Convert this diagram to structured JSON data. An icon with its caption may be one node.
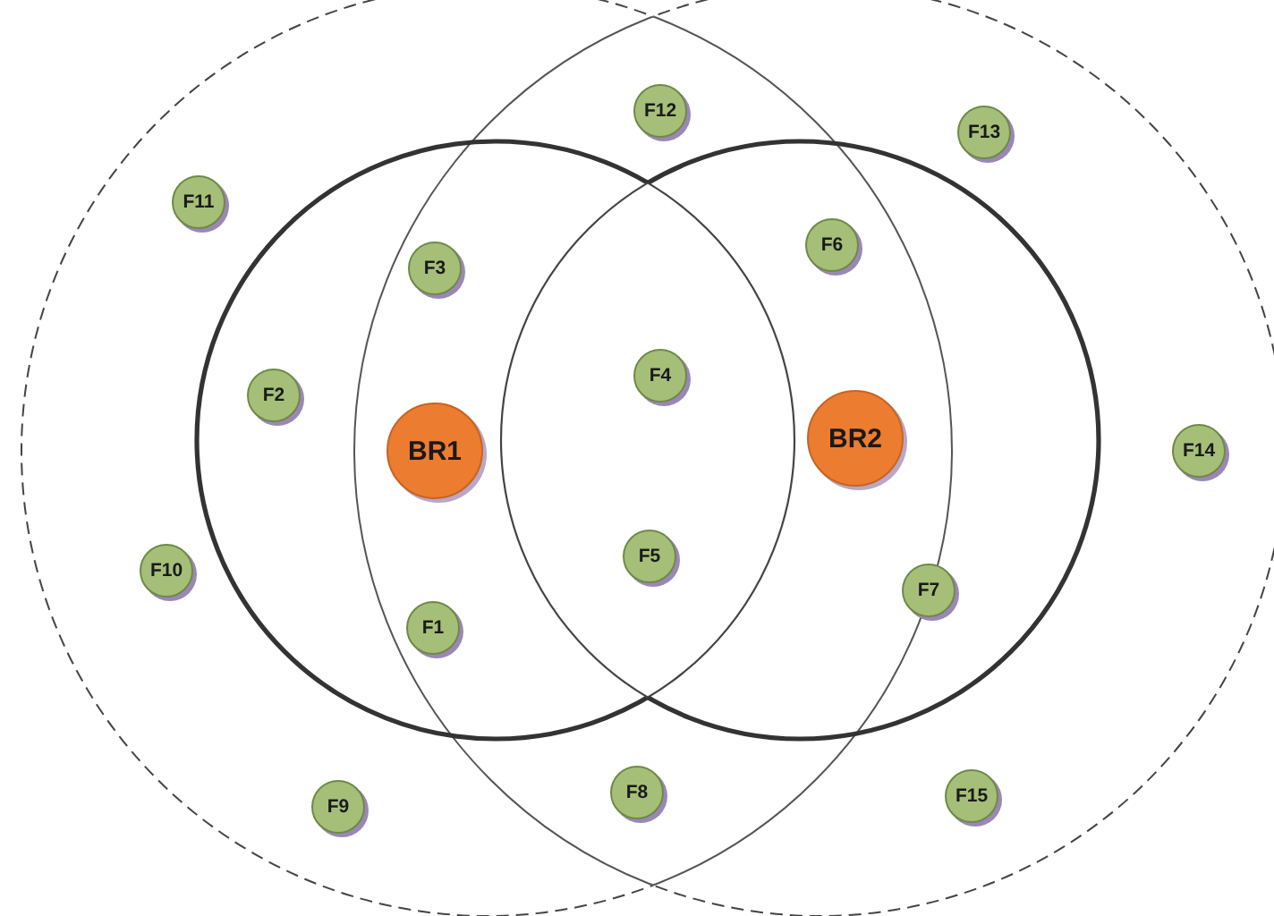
{
  "diagram": {
    "nodes": [
      {
        "text": [
          "F12"
        ]
      },
      {
        "text": [
          "F13"
        ]
      },
      {
        "text": [
          "F11"
        ]
      },
      {
        "text": [
          "F6"
        ]
      },
      {
        "text": [
          "F3"
        ]
      },
      {
        "text": [
          "F4"
        ]
      },
      {
        "text": [
          "F2"
        ]
      },
      {
        "text": [
          "BR2"
        ]
      },
      {
        "text": [
          "BR1"
        ]
      },
      {
        "text": [
          "F14"
        ]
      },
      {
        "text": [
          "F5"
        ]
      },
      {
        "text": [
          "F10"
        ]
      },
      {
        "text": [
          "F7"
        ]
      },
      {
        "text": [
          "F1"
        ]
      },
      {
        "text": [
          "F8"
        ]
      },
      {
        "text": [
          "F15"
        ]
      },
      {
        "text": [
          "F9"
        ]
      }
    ]
  }
}
